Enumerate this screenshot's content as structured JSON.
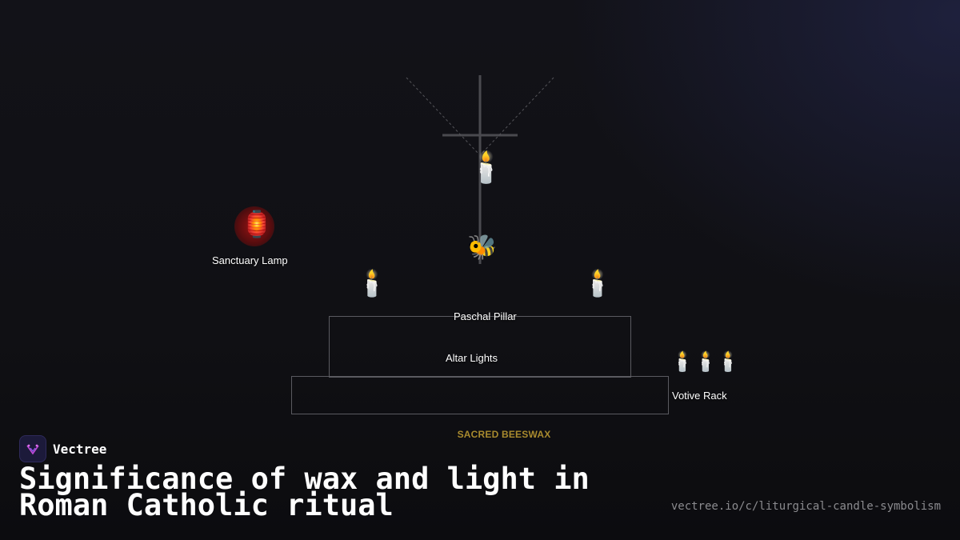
{
  "scene": {
    "items": [
      {
        "name": "Sanctuary Lamp",
        "icon": "lantern-icon",
        "glyph": "🏮",
        "glow_color": "#b01515"
      },
      {
        "name": "Paschal Pillar",
        "icon": "candle-icon",
        "glyph": "🕯️"
      },
      {
        "name": "Altar Lights",
        "icon": "candle-icon",
        "glyph": "🕯️"
      },
      {
        "name": "Votive Rack",
        "icon": "candle-icon",
        "glyph": "🕯️"
      }
    ],
    "bee": {
      "icon": "bee-icon",
      "glyph": "🐝"
    },
    "base_label": "SACRED BEESWAX",
    "colors": {
      "accent": "#a88a2e",
      "lines": "#5a5a60",
      "background": "#111116"
    }
  },
  "brand": {
    "name": "Vectree",
    "icon": "vectree-logo-icon",
    "icon_bg": "#1c1a3a"
  },
  "title": "Significance of wax and light in Roman Catholic ritual",
  "url": "vectree.io/c/liturgical-candle-symbolism"
}
